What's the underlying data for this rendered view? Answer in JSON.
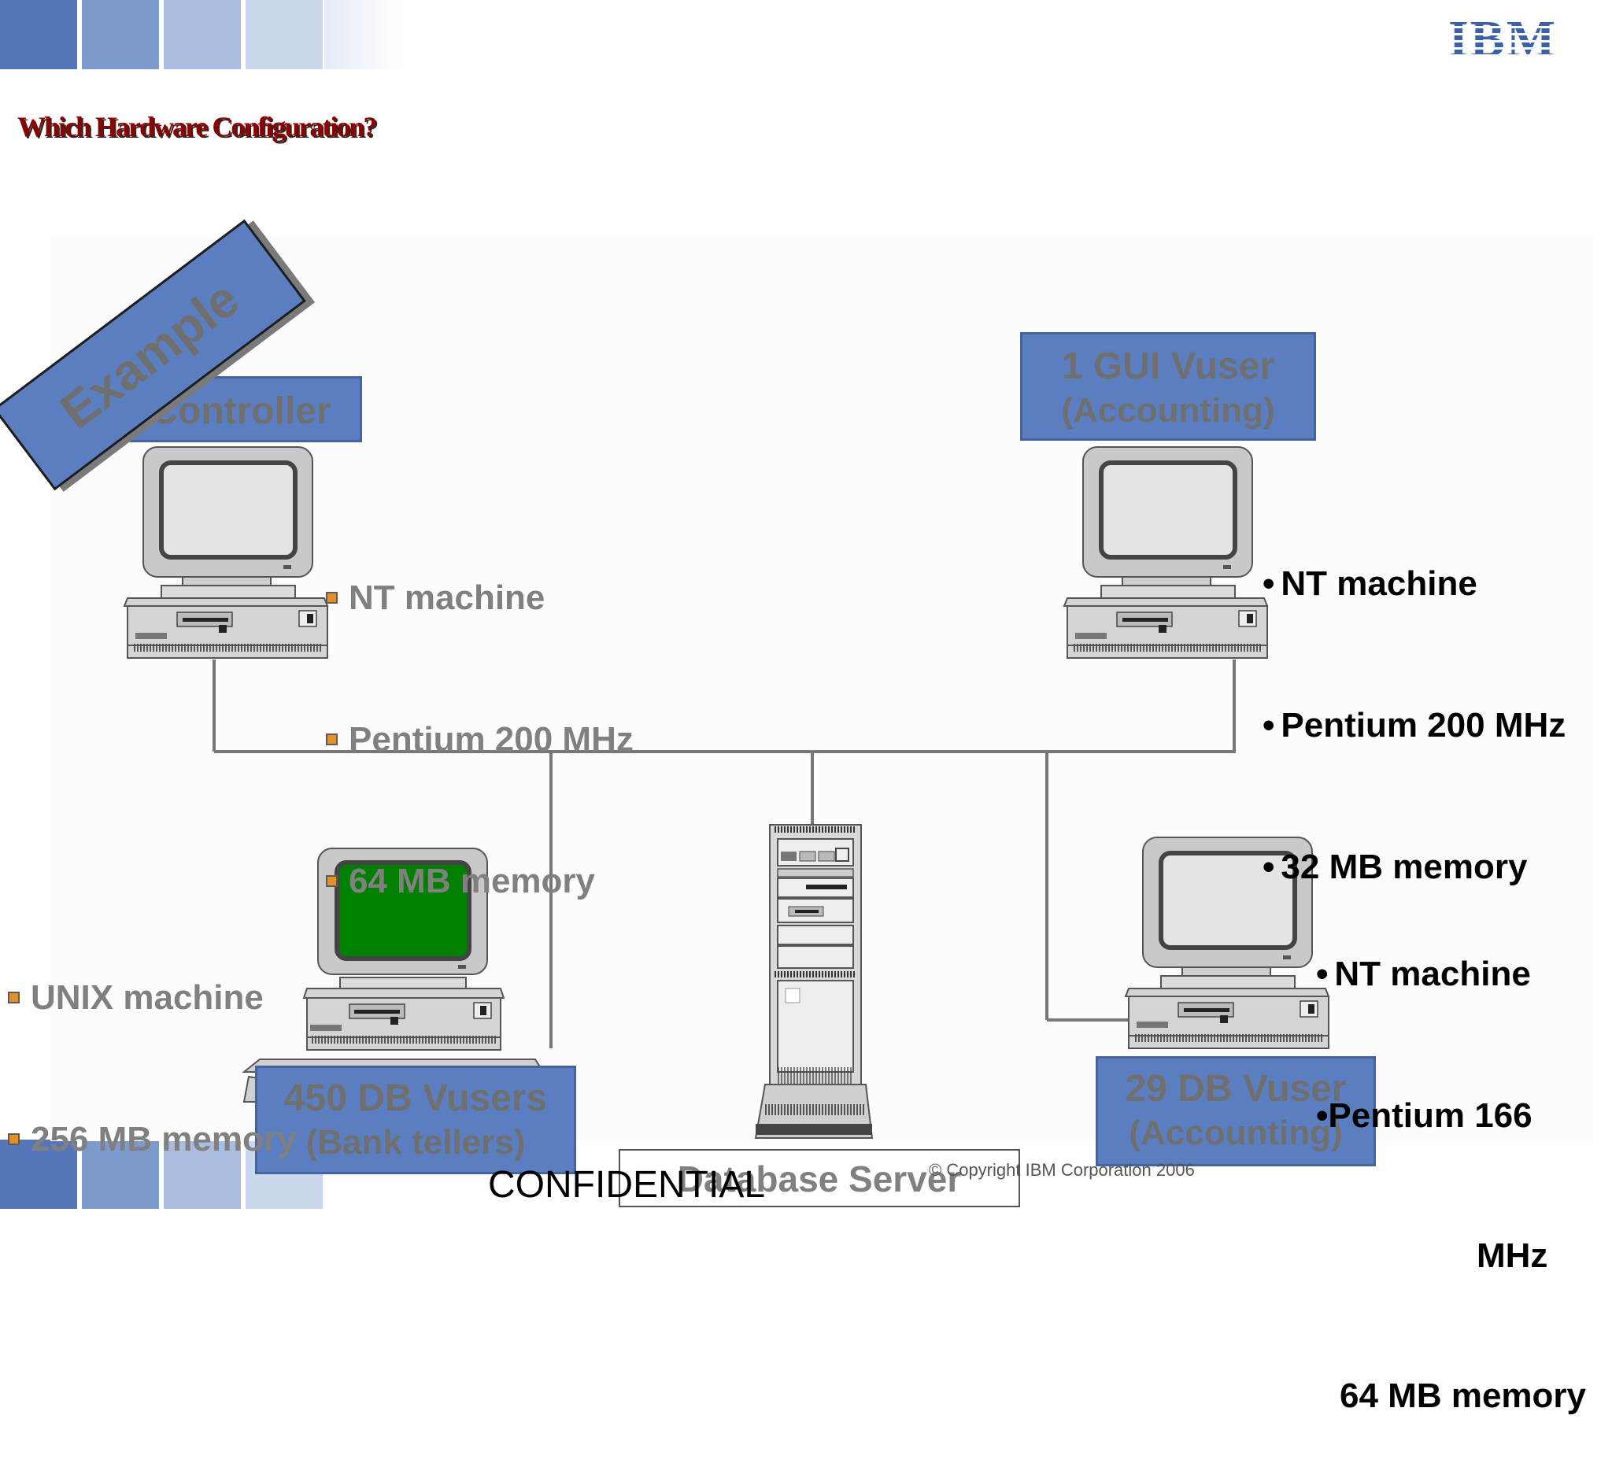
{
  "slide": {
    "title": "Which Hardware Configuration?",
    "logo": "IBM",
    "example_label": "Example",
    "footer_confidential": "CONFIDENTIAL",
    "footer_copyright": "© Copyright IBM Corporation 2006",
    "colors": {
      "box_blue": "#5b7ec1",
      "title_red": "#8b0000",
      "bullet_orange": "#e0902e",
      "line_grey": "#777777",
      "screen_green": "#008000"
    }
  },
  "nodes": {
    "controller": {
      "label": "Controller",
      "specs": [
        "NT machine",
        "Pentium 200 MHz",
        "64 MB memory"
      ]
    },
    "gui_vuser": {
      "label_line1": "1 GUI Vuser",
      "label_line2": "(Accounting)",
      "specs": [
        "NT machine",
        "Pentium 200 MHz",
        "32 MB memory"
      ]
    },
    "db_vusers_450": {
      "label_line1": "450 DB Vusers",
      "label_line2": "(Bank tellers)",
      "specs": [
        "UNIX machine",
        "256 MB memory"
      ]
    },
    "db_vuser_29": {
      "label_line1": "29 DB Vuser",
      "label_line2": "(Accounting)",
      "specs": [
        "NT machine",
        "Pentium 166",
        "MHz",
        "64 MB memory"
      ]
    },
    "database_server": {
      "label": "Database Server"
    }
  }
}
